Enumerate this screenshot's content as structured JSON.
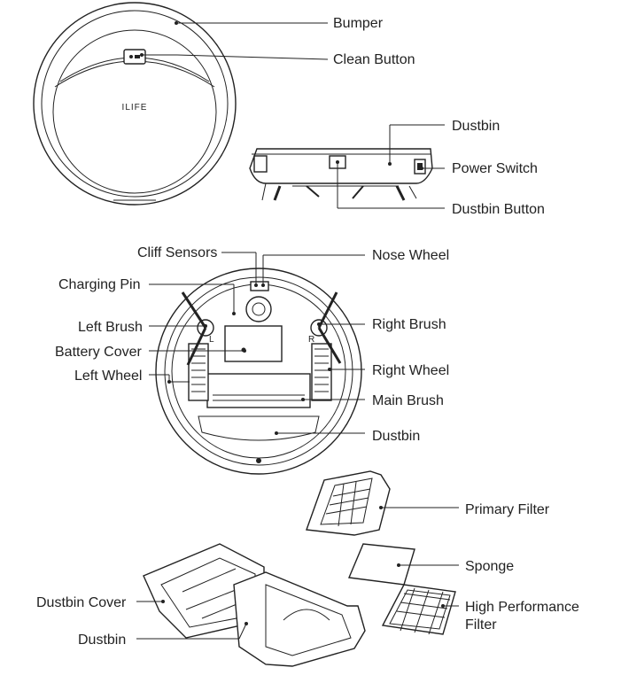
{
  "brand": "ILIFE",
  "labels": {
    "bumper": "Bumper",
    "clean_button": "Clean Button",
    "dustbin_top": "Dustbin",
    "power_switch": "Power Switch",
    "dustbin_button": "Dustbin Button",
    "cliff_sensors": "Cliff Sensors",
    "nose_wheel": "Nose Wheel",
    "charging_pin": "Charging Pin",
    "left_brush": "Left Brush",
    "right_brush": "Right Brush",
    "battery_cover": "Battery Cover",
    "left_wheel": "Left Wheel",
    "right_wheel": "Right Wheel",
    "main_brush": "Main Brush",
    "dustbin_bottom": "Dustbin",
    "primary_filter": "Primary Filter",
    "sponge": "Sponge",
    "hpf_line1": "High Performance",
    "hpf_line2": "Filter",
    "dustbin_cover": "Dustbin Cover",
    "dustbin_assembly": "Dustbin"
  },
  "wheel_marks": {
    "left": "L",
    "right": "R"
  }
}
